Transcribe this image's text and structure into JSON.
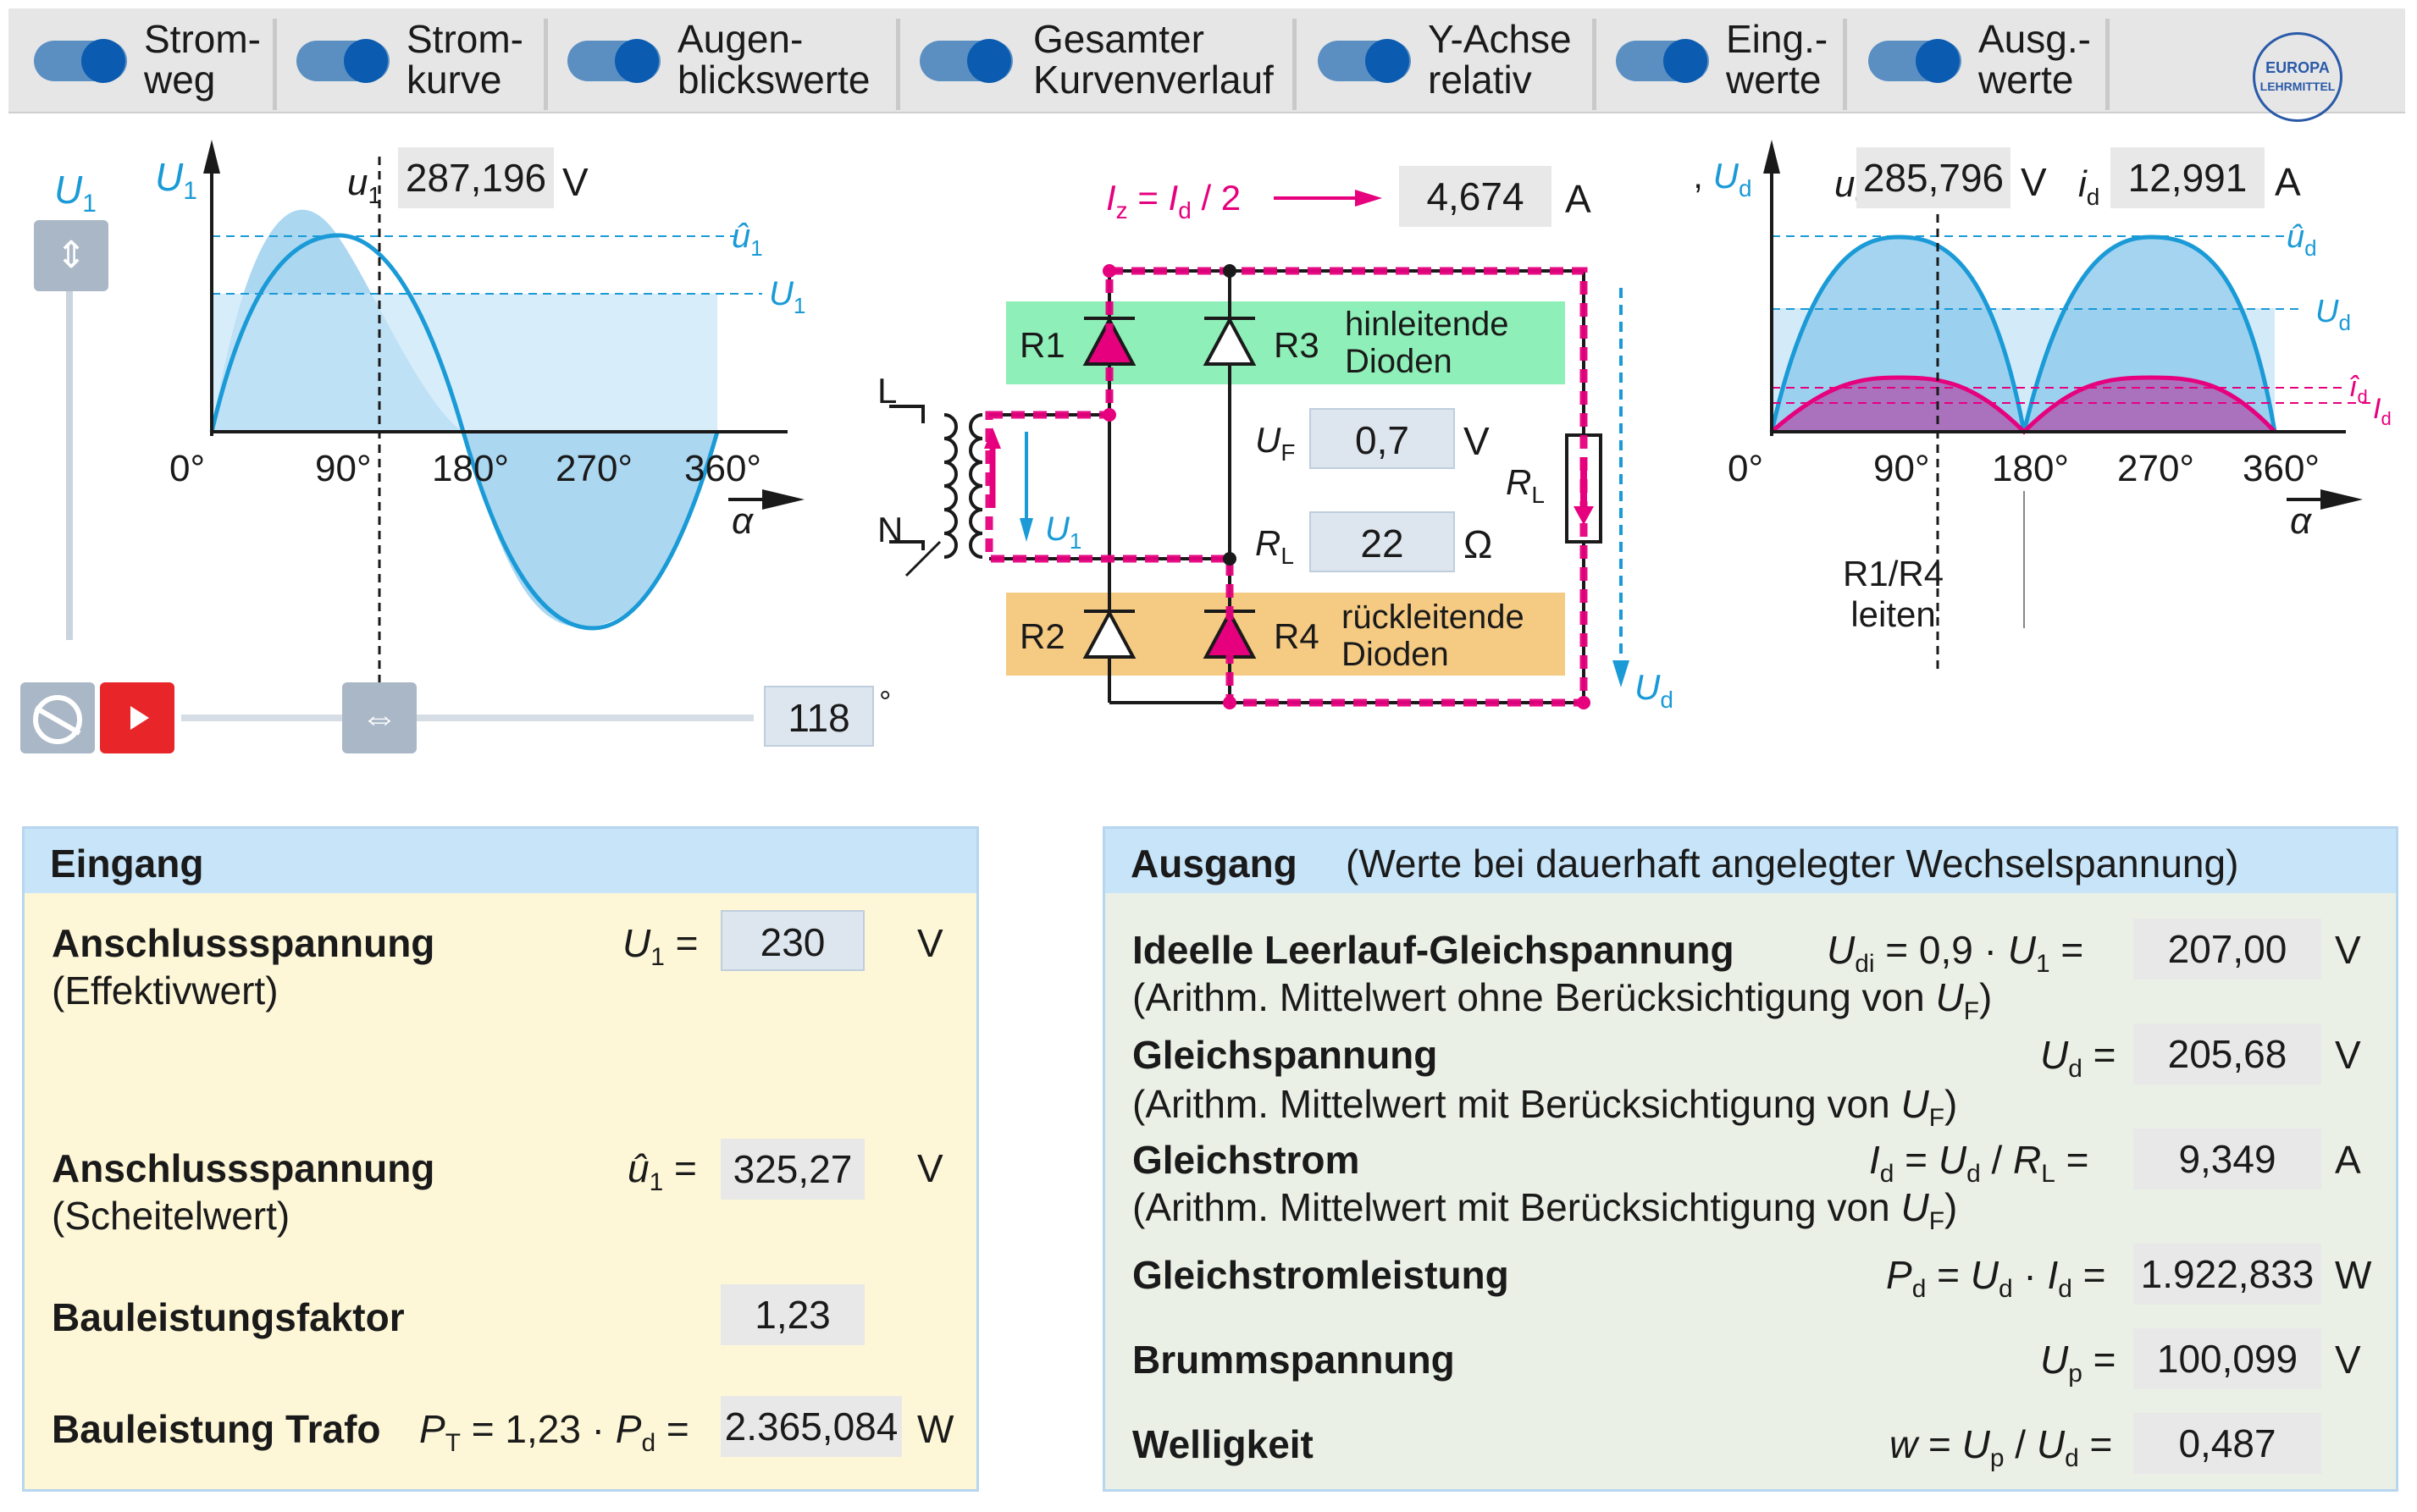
{
  "toolbar": {
    "items": [
      {
        "label": "Strom-\nweg"
      },
      {
        "label": "Strom-\nkurve"
      },
      {
        "label": "Augen-\nblickswerte"
      },
      {
        "label": "Gesamter\nKurvenverlauf"
      },
      {
        "label": "Y-Achse\nrelativ"
      },
      {
        "label": "Eing.-\nwerte"
      },
      {
        "label": "Ausg.-\nwerte"
      }
    ],
    "logo_top": "EUROPA",
    "logo_bottom": "LEHRMITTEL"
  },
  "input_plot": {
    "slider_label": "U",
    "slider_sub": "1",
    "axis_y": "U",
    "axis_y_sub": "1",
    "inst_label": "u",
    "inst_sub": "1",
    "inst_value": "287,196",
    "inst_unit": "V",
    "peak_label": "û",
    "peak_sub": "1",
    "rms_label": "U",
    "rms_sub": "1",
    "ticks": [
      "0°",
      "90°",
      "180°",
      "270°",
      "360°"
    ],
    "axis_x": "α",
    "angle_value": "118",
    "angle_unit": "°"
  },
  "circuit": {
    "iz_label": "I",
    "iz_text": " = ",
    "iz_rhs": "I",
    "iz_sub": "z",
    "iz_rhs_sub": "d",
    "iz_tail": " / 2",
    "iz_value": "4,674",
    "iz_unit": "A",
    "L": "L",
    "N": "N",
    "u1": "U",
    "u1_sub": "1",
    "R1": "R1",
    "R2": "R2",
    "R3": "R3",
    "R4": "R4",
    "forward_text": "hinleitende\nDioden",
    "reverse_text": "rückleitende\nDioden",
    "uf_label": "U",
    "uf_sub": "F",
    "uf_value": "0,7",
    "uf_unit": "V",
    "rl_label": "R",
    "rl_sub": "L",
    "rl_value": "22",
    "rl_unit": "Ω",
    "rl_side_label": "R",
    "rl_side_sub": "L",
    "ud_label": "U",
    "ud_sub": "d"
  },
  "output_plot": {
    "axis_y": "I",
    "axis_y_sub": "d",
    "axis_y2": "U",
    "axis_y2_sub": "d",
    "ud_label": "u",
    "ud_sub": "d",
    "ud_value": "285,796",
    "ud_unit": "V",
    "id_label": "i",
    "id_sub": "d",
    "id_value": "12,991",
    "id_unit": "A",
    "peak_label": "û",
    "peak_sub": "d",
    "mean_label": "U",
    "mean_sub": "d",
    "ipeak_label": "î",
    "ipeak_sub": "d",
    "imean_label": "I",
    "imean_sub": "d",
    "ticks": [
      "0°",
      "90°",
      "180°",
      "270°",
      "360°"
    ],
    "axis_x": "α",
    "conduct_text": "R1/R4\nleiten"
  },
  "eingang": {
    "title": "Eingang",
    "rows": [
      {
        "title": "Anschlussspannung",
        "note": "(Effektivwert)",
        "sym": "U",
        "sym_sub": "1",
        "eq": " =",
        "value": "230",
        "unit": "V"
      },
      {
        "title": "Anschlussspannung",
        "note": "(Scheitelwert)",
        "sym": "û",
        "sym_sub": "1",
        "eq": " =",
        "value": "325,27",
        "unit": "V"
      },
      {
        "title": "Bauleistungsfaktor",
        "value": "1,23"
      },
      {
        "title": "Bauleistung Trafo",
        "sym": "P",
        "sym_sub": "T",
        "formula": " = 1,23 · ",
        "sym2": "P",
        "sym2_sub": "d",
        "eq": " =",
        "value": "2.365,084",
        "unit": "W"
      }
    ]
  },
  "ausgang": {
    "title": "Ausgang",
    "subtitle": "(Werte bei dauerhaft angelegter Wechselspannung)",
    "rows": [
      {
        "title": "Ideelle Leerlauf-Gleichspannung",
        "note": "(Arithm. Mittelwert ohne Berücksichtigung von ",
        "note_sym": "U",
        "note_sub": "F",
        "note_end": ")",
        "f1": "U",
        "f1_sub": "di",
        "f2": " =  0,9  · ",
        "f3": "U",
        "f3_sub": "1",
        "f4": " =",
        "value": "207,00",
        "unit": "V"
      },
      {
        "title": "Gleichspannung",
        "note": "(Arithm. Mittelwert mit Berücksichtigung von ",
        "note_sym": "U",
        "note_sub": "F",
        "note_end": ")",
        "f1": "U",
        "f1_sub": "d",
        "f4": " =",
        "value": "205,68",
        "unit": "V"
      },
      {
        "title": "Gleichstrom",
        "note": "(Arithm. Mittelwert mit Berücksichtigung von ",
        "note_sym": "U",
        "note_sub": "F",
        "note_end": ")",
        "f1": "I",
        "f1_sub": "d",
        "f2": " = ",
        "f3": "U",
        "f3_sub": "d",
        "f5": " / ",
        "f6": "R",
        "f6_sub": "L",
        "f4": " =",
        "value": "9,349",
        "unit": "A"
      },
      {
        "title": "Gleichstromleistung",
        "f1": "P",
        "f1_sub": "d",
        "f2": " = ",
        "f3": "U",
        "f3_sub": "d",
        "f5": " · ",
        "f6": "I",
        "f6_sub": "d",
        "f4": " =",
        "value": "1.922,833",
        "unit": "W"
      },
      {
        "title": "Brummspannung",
        "f1": "U",
        "f1_sub": "p",
        "f4": " =",
        "value": "100,099",
        "unit": "V"
      },
      {
        "title": "Welligkeit",
        "f1": "w",
        "f2": " = ",
        "f3": "U",
        "f3_sub": "p",
        "f5": " / ",
        "f6": "U",
        "f6_sub": "d",
        "f4": " =",
        "value": "0,487"
      }
    ]
  },
  "colors": {
    "blue": "#1a9ad6",
    "magenta": "#e6007e",
    "green": "#8ef0b8",
    "orange": "#f5ca82",
    "toggle": "#0b5bb0",
    "play": "#e8262a"
  }
}
